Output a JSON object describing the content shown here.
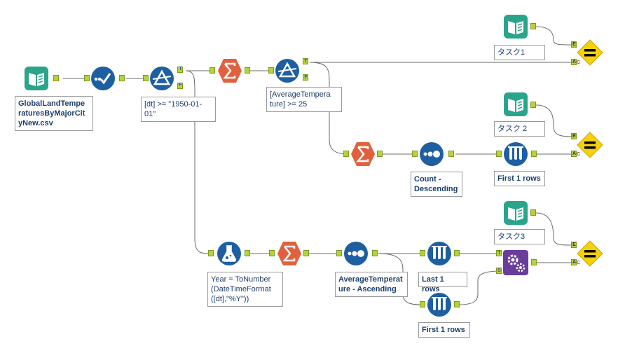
{
  "canvas": {
    "wire_color": "#6b6b6b",
    "anchor_color": "#b3d33a"
  },
  "tools": {
    "input_main": {
      "icon": "book-input-icon",
      "color": "#2aa58c"
    },
    "select": {
      "icon": "checkmark-select-icon",
      "color": "#1d5fa0"
    },
    "filter1": {
      "icon": "triangle-filter-icon",
      "color": "#1d5fa0",
      "anchor_t": "T",
      "anchor_f": "F"
    },
    "summarize1": {
      "icon": "sigma-summarize-icon",
      "color": "#e2603d"
    },
    "filter2": {
      "icon": "triangle-filter-icon",
      "color": "#1d5fa0",
      "anchor_t": "T",
      "anchor_f": "F"
    },
    "summarize2": {
      "icon": "sigma-summarize-icon",
      "color": "#e2603d"
    },
    "sort1": {
      "icon": "dots-sort-icon",
      "color": "#1d5fa0"
    },
    "sample1": {
      "icon": "test-tubes-sample-icon",
      "color": "#1d5fa0"
    },
    "formula": {
      "icon": "flask-formula-icon",
      "color": "#1d5fa0"
    },
    "summarize3": {
      "icon": "sigma-summarize-icon",
      "color": "#e2603d"
    },
    "sort2": {
      "icon": "dots-sort-icon",
      "color": "#1d5fa0"
    },
    "sample_last": {
      "icon": "test-tubes-sample-icon",
      "color": "#1d5fa0"
    },
    "sample_first": {
      "icon": "test-tubes-sample-icon",
      "color": "#1d5fa0"
    },
    "append": {
      "icon": "gears-append-icon",
      "color": "#6a3d9a",
      "anchor_t": "T",
      "anchor_s": "S"
    },
    "task1_input": {
      "icon": "book-input-icon",
      "color": "#2aa58c"
    },
    "task2_input": {
      "icon": "book-input-icon",
      "color": "#2aa58c"
    },
    "task3_input": {
      "icon": "book-input-icon",
      "color": "#2aa58c"
    },
    "test1": {
      "icon": "equals-test-icon",
      "color": "#f5d10c",
      "anchor_e": "E",
      "anchor_a": "A",
      "anchor_c": "C"
    },
    "test2": {
      "icon": "equals-test-icon",
      "color": "#f5d10c",
      "anchor_e": "E",
      "anchor_a": "A",
      "anchor_c": "C"
    },
    "test3": {
      "icon": "equals-test-icon",
      "color": "#f5d10c",
      "anchor_e": "E",
      "anchor_a": "A",
      "anchor_c": "C"
    }
  },
  "notes": {
    "input_main": "GlobalLandTempe\nraturesByMajorCit\nyNew.csv",
    "filter1": "[dt] >= \"1950-01-\n01\"",
    "filter2": "[AverageTempera\nture] >= 25",
    "sort1": "Count -\nDescending",
    "sample1": "First 1 rows",
    "task1": "タスク1",
    "task2": "タスク 2",
    "task3": "タスク3",
    "formula": "Year = ToNumber\n(DateTimeFormat\n([dt],\"%Y\"))",
    "sort2": "AverageTemperat\nure - Ascending",
    "sample_last": "Last 1 rows",
    "sample_first": "First 1 rows"
  }
}
